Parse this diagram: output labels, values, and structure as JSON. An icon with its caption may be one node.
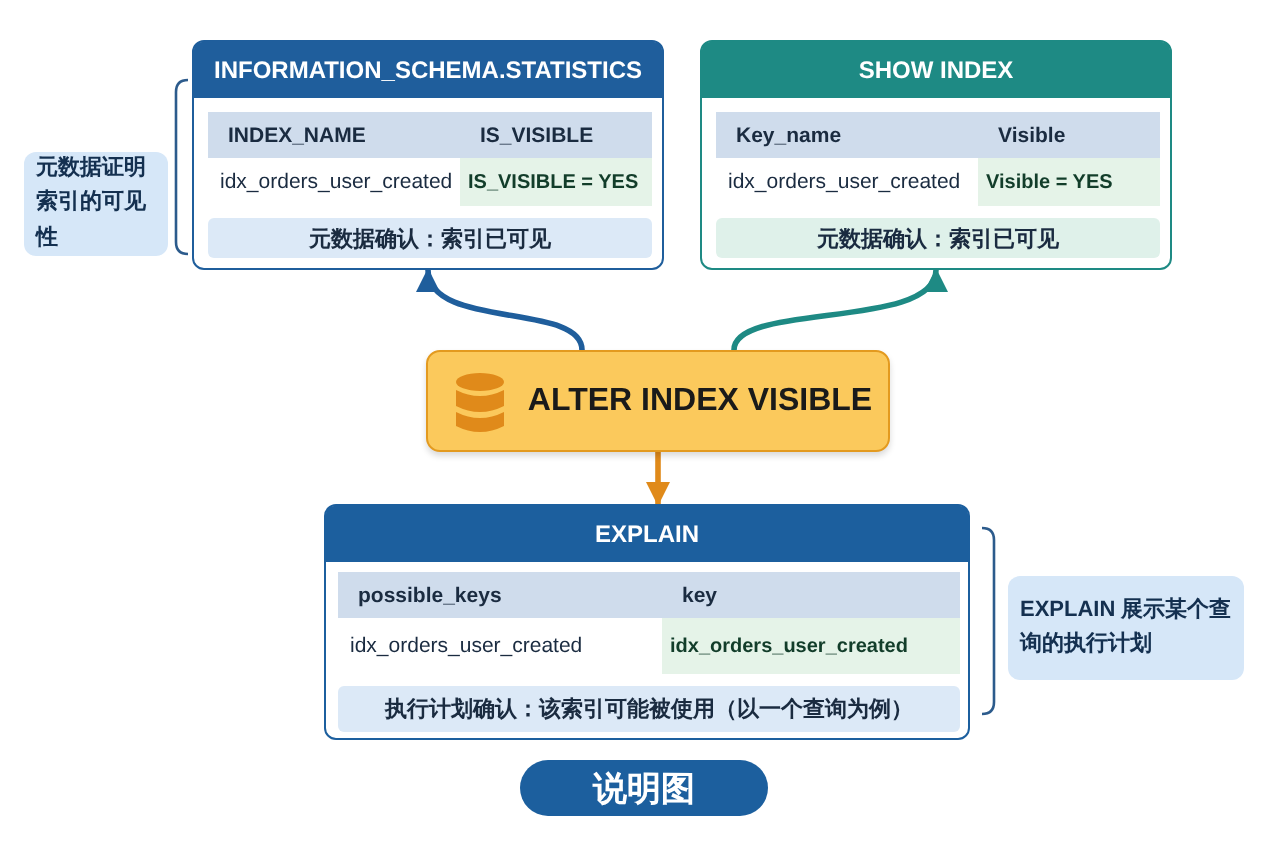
{
  "diagram": {
    "caption": "说明图",
    "nodes": [
      {
        "text": [
          "INFORMATION_SCHEMA.STATISTICS"
        ]
      },
      {
        "text": [
          "INDEX_NAME"
        ],
        "in": 0
      },
      {
        "text": [
          "IS_VISIBLE"
        ],
        "in": 0
      },
      {
        "text": [
          "idx_orders_user_created"
        ],
        "in": 0
      },
      {
        "text": [
          "IS_VISIBLE = YES"
        ],
        "in": 0
      },
      {
        "text": [
          "元数据确认：索引已可见"
        ],
        "in": 0
      },
      {
        "text": [
          "SHOW INDEX"
        ]
      },
      {
        "text": [
          "Key_name"
        ],
        "in": 6
      },
      {
        "text": [
          "Visible"
        ],
        "in": 6
      },
      {
        "text": [
          "idx_orders_user_created"
        ],
        "in": 6
      },
      {
        "text": [
          "Visible = YES"
        ],
        "in": 6
      },
      {
        "text": [
          "元数据确认：索引已可见"
        ],
        "in": 6
      },
      {
        "text": [
          "元数据证明索引的可见性"
        ]
      },
      {
        "text": [
          "ALTER INDEX VISIBLE"
        ]
      },
      {
        "text": [
          "EXPLAIN"
        ]
      },
      {
        "text": [
          "possible_keys"
        ],
        "in": 14
      },
      {
        "text": [
          "key"
        ],
        "in": 14
      },
      {
        "text": [
          "idx_orders_user_created"
        ],
        "in": 14
      },
      {
        "text": [
          "idx_orders_user_created"
        ],
        "in": 14
      },
      {
        "text": [
          "执行计划确认：该索引可能被使用（以一个查询为例）"
        ],
        "in": 14
      },
      {
        "text": [
          "EXPLAIN 展示某个查询的执行计划"
        ]
      }
    ],
    "edges": [
      {
        "from": 13,
        "to": 0,
        "arrow": "to",
        "color": "#1f5e9c"
      },
      {
        "from": 13,
        "to": 6,
        "arrow": "to",
        "color": "#1e8a84"
      },
      {
        "from": 13,
        "to": 14,
        "arrow": "to",
        "color": "#e08a1a"
      }
    ]
  }
}
